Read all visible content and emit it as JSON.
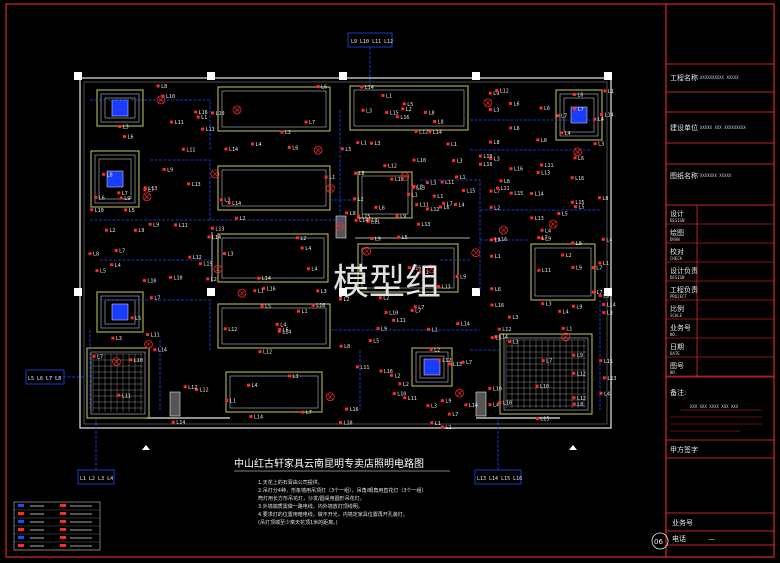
{
  "drawing": {
    "title": "中山红古轩家具云南昆明专卖店照明电路图",
    "watermark": "模型组",
    "page_badge": "06",
    "notes": [
      "1.天花上的石膏由公司提供。",
      "2.吊灯分4种，形象墙用吊顶灯（3个一组），吊角/眼角用直花灯（3个一组）",
      "  筒灯用长方形吊花灯，沙发/圆桌用圆形吊花灯。",
      "3.外墙端质需做一路电线，内外墙放灯顶线明。",
      "4.要求灯的位置用暗电线，做不开光，内墙定家具位置再开孔装灯。",
      "  (吊灯顶端至少离天花顶1米的距离。)"
    ],
    "circuit_top": "L9 L10 L11 L12",
    "circuit_left": "L5 L6 L7 L8",
    "circuit_bl": "L1 L2 L3 L4",
    "circuit_br": "L13 L14 L15 L16"
  },
  "title_block": {
    "project_name_label": "工程名称",
    "project_name_value": "XXXXXXXXXX XXXXX",
    "site_label": "建设单位",
    "site_value": "XXXXX XXX XXXXXXXXX",
    "drawing_name_label": "图纸名称",
    "drawing_name_value": "XXXXXXX XXXXX",
    "rows": [
      {
        "label": "设计",
        "sub": "DESIGN"
      },
      {
        "label": "绘图",
        "sub": "DRAW"
      },
      {
        "label": "校对",
        "sub": "CHECK"
      },
      {
        "label": "设计负责",
        "sub": "DESIGN"
      },
      {
        "label": "工程负责",
        "sub": "PROJECT"
      },
      {
        "label": "比例",
        "sub": "SCALE"
      },
      {
        "label": "业务号",
        "sub": "NO."
      },
      {
        "label": "日期",
        "sub": "DATE"
      },
      {
        "label": "图号",
        "sub": "NO."
      }
    ],
    "remarks_label": "备注:",
    "remarks_text": "XXX XXX XXXX XXX XXX",
    "client_sign_label": "甲方签字",
    "business_no_label": "业务号",
    "phone_label": "电话",
    "phone_value": "—"
  },
  "colors": {
    "background": "#000000",
    "wall": "#e6e6e6",
    "wiring": "#1a4dff",
    "fixture": "#ff2a2a",
    "ceiling": "#c8c85a",
    "frame": "#ff3030"
  }
}
